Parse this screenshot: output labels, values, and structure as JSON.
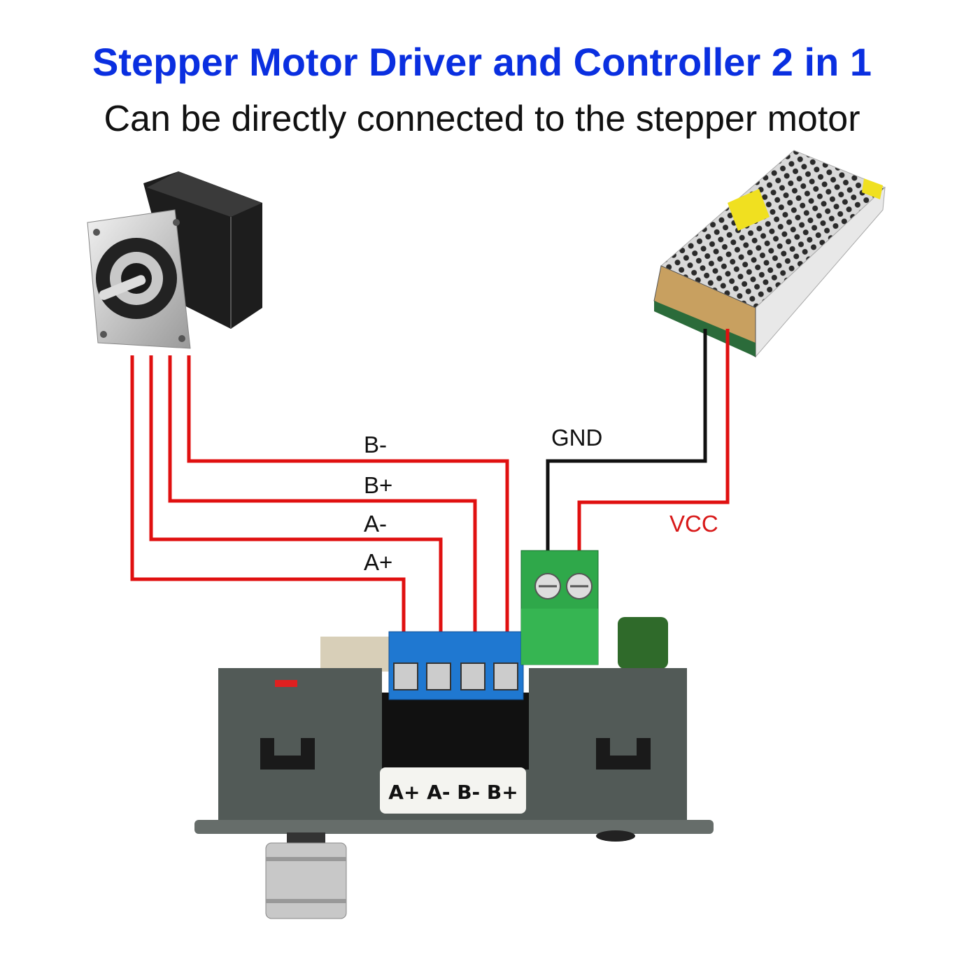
{
  "header": {
    "title": "Stepper Motor Driver and Controller 2 in 1",
    "subtitle": "Can be directly connected to the stepper motor"
  },
  "wires": {
    "b_minus": "B-",
    "b_plus": "B+",
    "a_minus": "A-",
    "a_plus": "A+",
    "gnd": "GND",
    "vcc": "VCC"
  },
  "module": {
    "terminal_label": "A+ A- B- B+"
  },
  "colors": {
    "title": "#0a2fe0",
    "wire_signal": "#e01010",
    "wire_gnd": "#111111",
    "vcc_label": "#d81818"
  },
  "components": [
    "stepper-motor",
    "power-supply",
    "driver-controller-module"
  ]
}
